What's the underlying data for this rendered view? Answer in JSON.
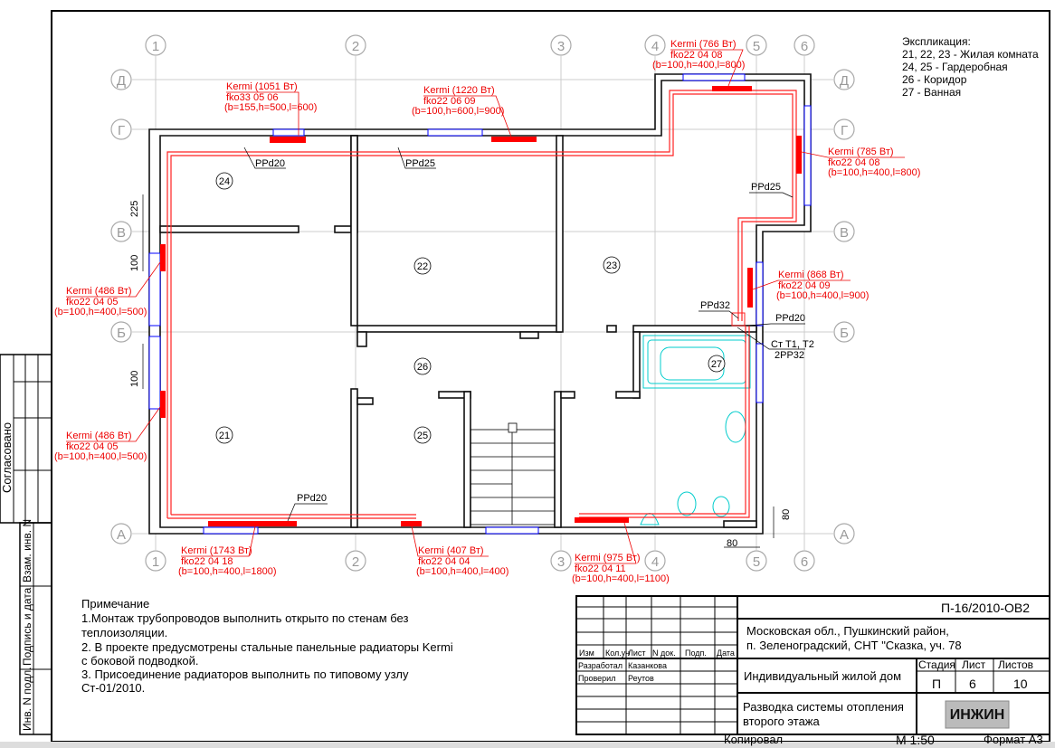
{
  "axes": {
    "columns": [
      "1",
      "2",
      "3",
      "4",
      "5",
      "6"
    ],
    "rows": [
      "Д",
      "Г",
      "В",
      "Б",
      "А"
    ]
  },
  "rooms": [
    "24",
    "22",
    "23",
    "26",
    "27",
    "21",
    "25"
  ],
  "radiators": [
    {
      "title": "Kermi  (1051 Вт)",
      "model": "fko33 05 06",
      "dims": "(b=155,h=500,l=600)"
    },
    {
      "title": "Kermi  (1220 Вт)",
      "model": "fko22 06 09",
      "dims": "(b=100,h=600,l=900)"
    },
    {
      "title": "Kermi  (766 Вт)",
      "model": "fko22 04 08",
      "dims": "(b=100,h=400,l=800)"
    },
    {
      "title": "Kermi  (785 Вт)",
      "model": "fko22 04 08",
      "dims": "(b=100,h=400,l=800)"
    },
    {
      "title": "Kermi  (868 Вт)",
      "model": "fko22 04 09",
      "dims": "(b=100,h=400,l=900)"
    },
    {
      "title": "Kermi  (486 Вт)",
      "model": "fko22 04 05",
      "dims": "(b=100,h=400,l=500)"
    },
    {
      "title": "Kermi  (486 Вт)",
      "model": "fko22 04 05",
      "dims": "(b=100,h=400,l=500)"
    },
    {
      "title": "Kermi  (1743 Вт)",
      "model": "fko22 04 18",
      "dims": "(b=100,h=400,l=1800)"
    },
    {
      "title": "Kermi  (407 Вт)",
      "model": "fko22 04 04",
      "dims": "(b=100,h=400,l=400)"
    },
    {
      "title": "Kermi  (975 Вт)",
      "model": "fko22 04 11",
      "dims": "(b=100,h=400,l=1100)"
    }
  ],
  "pipe_labels": [
    "PPd20",
    "PPd25",
    "PPd25",
    "PPd32",
    "PPd20",
    "Ст Т1, Т2",
    "2PP32",
    "PPd20"
  ],
  "dimensions": [
    "225",
    "100",
    "100",
    "80",
    "80"
  ],
  "explication": {
    "title": "Экспликация:",
    "items": [
      "21, 22, 23 - Жилая комната",
      "24, 25 - Гардеробная",
      "26 - Коридор",
      "27 - Ванная"
    ]
  },
  "notes": {
    "title": "Примечание",
    "lines": [
      "1.Монтаж трубопроводов выполнить открыто по стенам без",
      "теплоизоляции.",
      "2. В проекте предусмотрены стальные панельные радиаторы Kermi",
      "с боковой подводкой.",
      "3. Присоединение радиаторов выполнить по типовому узлу",
      "Ст-01/2010."
    ]
  },
  "title_block": {
    "code": "П-16/2010-ОВ2",
    "address1": "Московская обл., Пушкинский район,",
    "address2": "п. Зеленоградский, СНТ \"Сказка, уч. 78",
    "headers": [
      "Изм",
      "Кол.уч",
      "Лист",
      "N док.",
      "Подп.",
      "Дата"
    ],
    "developed_label": "Разработал",
    "developed_by": "Казанкова",
    "checked_label": "Проверил",
    "checked_by": "Реутов",
    "object": "Индивидуальный жилой дом",
    "stage_label": "Стадия",
    "sheet_label": "Лист",
    "sheets_label": "Листов",
    "stage": "П",
    "sheet": "6",
    "sheets": "10",
    "drawing1": "Разводка системы отопления",
    "drawing2": "второго этажа",
    "logo": "ИНЖИН",
    "copied": "Копировал",
    "scale": "М 1:50",
    "format": "Формат А3"
  },
  "side_stamp": {
    "agreed": "Согласовано",
    "replace_inv": "Взам. инв. N",
    "sign_date": "Подпись и дата",
    "inv_orig": "Инв. N подл."
  }
}
